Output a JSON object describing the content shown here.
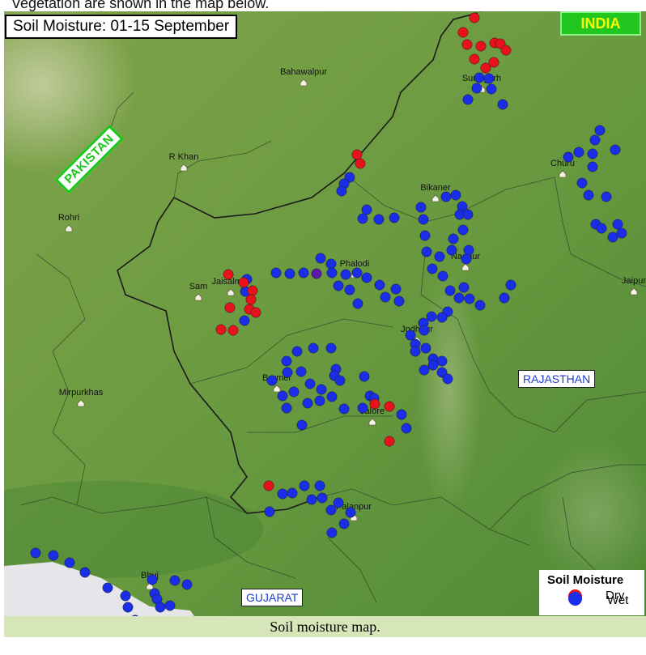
{
  "intro_text": "Vegetation are shown in the map below.",
  "map_title": "Soil Moisture: 01-15 September",
  "country_labels": {
    "india": "INDIA",
    "pakistan": "PAKISTAN"
  },
  "state_labels": {
    "rajasthan": "RAJASTHAN",
    "gujarat": "GUJARAT"
  },
  "cities": [
    "Bahawalpur",
    "Suratgarh",
    "R Khan",
    "Churu",
    "Bikaner",
    "Rohri",
    "Nagaur",
    "Phalodi",
    "Jaisalmer",
    "Sam",
    "Jaipur",
    "Jodhpur",
    "Barmer",
    "Mirpurkhas",
    "Jalore",
    "Palanpur",
    "Bhuj"
  ],
  "legend": {
    "title": "Soil Moisture",
    "items": [
      {
        "label": "Dry",
        "color": "#e8121c"
      },
      {
        "label": "Wet",
        "color": "#1a2ee8"
      }
    ]
  },
  "colors": {
    "dry": "#e8121c",
    "wet": "#1a2ee8",
    "transition": "#5a1aa8",
    "land": "#6a9a42",
    "sea": "#e6e6ea"
  },
  "caption": "Soil moisture  map."
}
